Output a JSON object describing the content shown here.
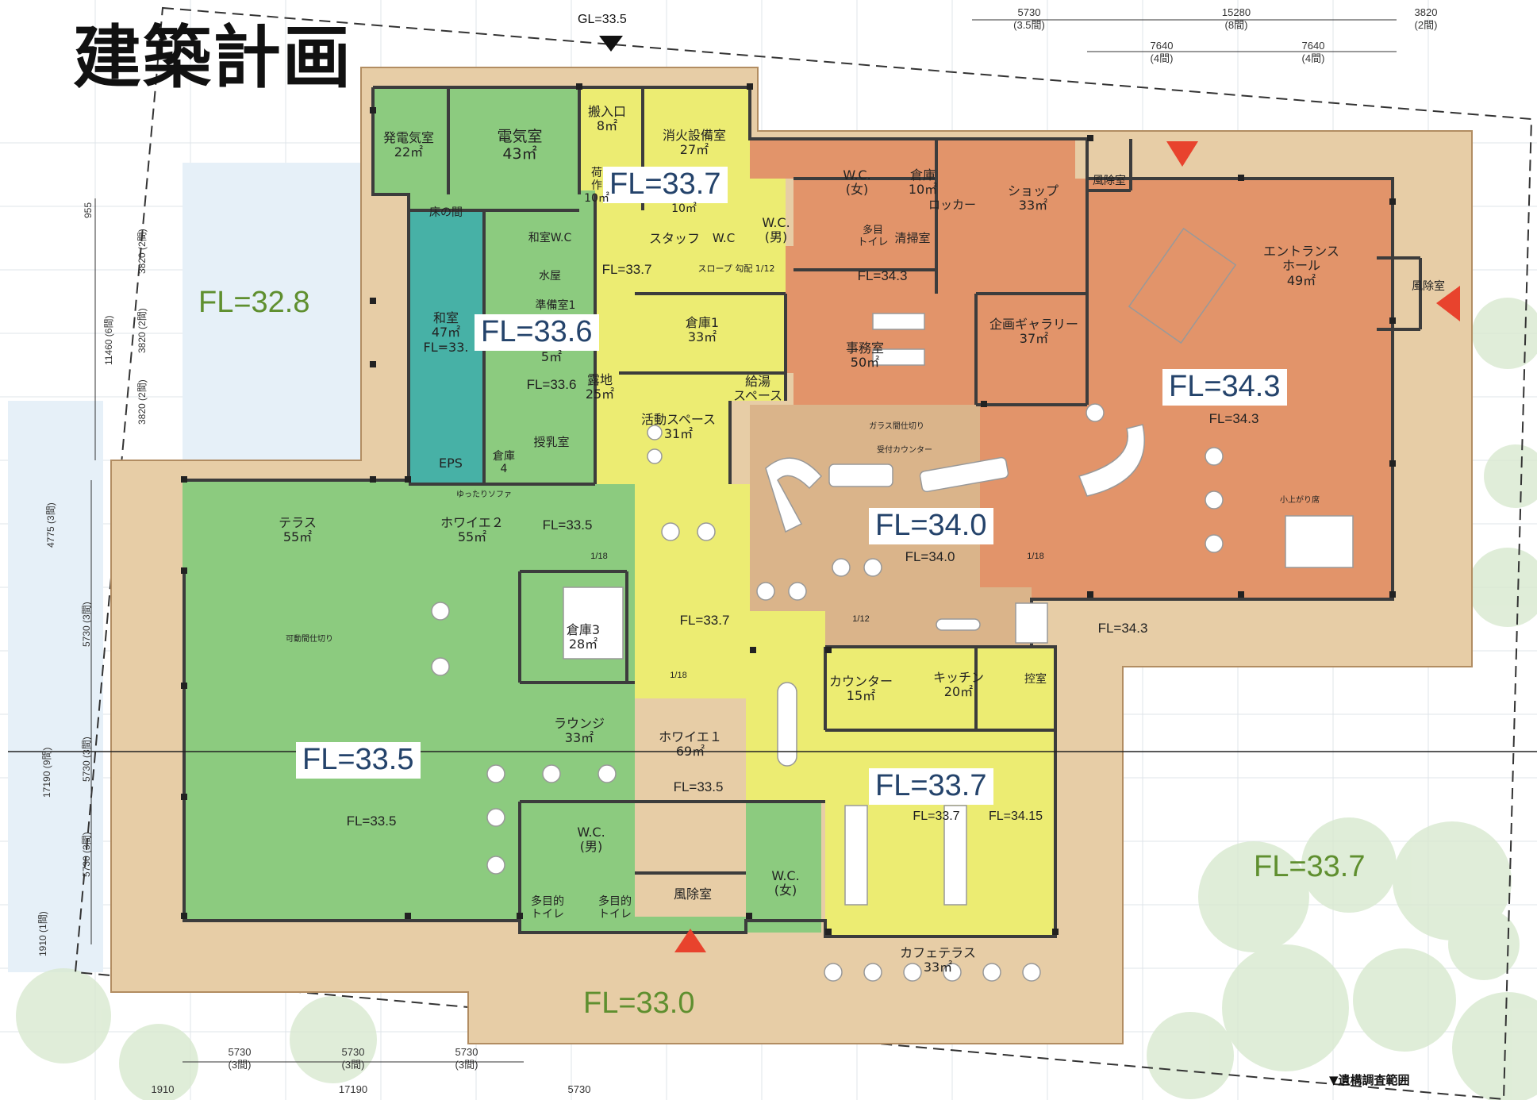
{
  "title": "建築計画",
  "gl_label": "GL=33.5",
  "zones": {
    "green": "#8ccb7f",
    "yellow": "#ecec72",
    "orange": "#e2946a",
    "teal": "#47b1a6",
    "deck": "#e7cda6",
    "tan": "#dab48a"
  },
  "floor_levels_big": {
    "fl_337_top": "FL=33.7",
    "fl_336": "FL=33.6",
    "fl_343": "FL=34.3",
    "fl_340": "FL=34.0",
    "fl_335": "FL=33.5",
    "fl_337_cafe": "FL=33.7"
  },
  "outdoor_levels": {
    "west": "FL=32.8",
    "east": "FL=33.7",
    "south": "FL=33.0"
  },
  "rooms": {
    "generator": "発電気室\n22㎡",
    "electric": "電気室\n43㎡",
    "loading": "搬入口\n8㎡",
    "fire": "消火設備室\n27㎡",
    "cargo": "荷\n作\n10㎡",
    "ten": "10㎡",
    "wc_f_top": "W.C.\n(女)",
    "store_10": "倉庫\n10㎡",
    "shop": "ショップ\n33㎡",
    "windbreak_ne": "風除室",
    "locker": "ロッカー",
    "wc_m_top": "W.C.\n(男)",
    "staff": "スタッフ",
    "staff_wc": "W.C",
    "multi_wc": "多目\nトイレ",
    "cleaning": "清掃室",
    "tokonoma": "床の間",
    "wa_wc": "和室W.C",
    "mizuya": "水屋",
    "prep": "準備室1",
    "five": "5㎡",
    "washitsu": "和室\n47㎡\nFL=33.",
    "entrance_hall": "エントランス\nホール\n49㎡",
    "windbreak_e": "風除室",
    "slope": "スロープ 勾配 1/12",
    "store1": "倉庫1\n33㎡",
    "gallery": "企画ギャラリー\n37㎡",
    "office": "事務室\n50㎡",
    "roji": "露地\n25㎡",
    "kyuto": "給湯\nスペース",
    "activity": "活動スペース\n31㎡",
    "nursing": "授乳室",
    "eps": "EPS",
    "store4": "倉庫\n4",
    "sofa": "ゆったりソファ",
    "terrace": "テラス\n55㎡",
    "foyer2": "ホワイエ２\n55㎡",
    "store3": "倉庫3\n28㎡",
    "counter": "カウンター\n15㎡",
    "kitchen": "キッチン\n20㎡",
    "control": "控室",
    "lounge": "ラウンジ\n33㎡",
    "foyer1": "ホワイエ１\n69㎡",
    "wc_m_bottom": "W.C.\n(男)",
    "wc_f_bottom": "W.C.\n(女)",
    "windbreak_s": "風除室",
    "multi_wc_b1": "多目的\nトイレ",
    "multi_wc_b2": "多目的\nトイレ",
    "cafe_terrace": "カフェテラス\n33㎡",
    "hall_label": "可動間仕切り",
    "reception": "受付カウンター",
    "glass": "ガラス間仕切り",
    "koagari": "小上がり席"
  },
  "small_levels": {
    "a": "FL=33.7",
    "b": "FL=34.3",
    "c": "FL=33.6",
    "d": "FL=34.3",
    "e": "FL=33.5",
    "f": "FL=34.0",
    "g": "FL=33.7",
    "h": "FL=34.3",
    "i": "FL=33.5",
    "j": "FL=33.5",
    "k": "FL=33.7",
    "l": "FL=34.15"
  },
  "slopes": {
    "s1": "1/18",
    "s2": "1/18",
    "s3": "1/12",
    "s4": "1/18"
  },
  "dims_top": {
    "d1": "5730\n(3.5間)",
    "d2": "15280\n(8間)",
    "d3": "3820\n(2間)",
    "d4": "7640\n(4間)",
    "d5": "7640\n(4間)"
  },
  "dims_bottom": {
    "b1": "5730\n(3間)",
    "b2": "5730\n(3間)",
    "b3": "5730\n(3間)",
    "b4": "1910",
    "b5": "17190",
    "b6": "5730"
  },
  "dims_left": {
    "l1": "955",
    "l2": "3820 (2間)",
    "l3": "11460 (6間)",
    "l4": "3820 (2間)",
    "l5": "3820 (2間)",
    "l6": "4775 (3間)",
    "l7": "5730 (3間)",
    "l8": "17190 (9間)",
    "l9": "5730 (3間)",
    "l10": "5730 (3間)",
    "l11": "1910 (1間)"
  },
  "survey_range": "▼遺構調査範囲"
}
